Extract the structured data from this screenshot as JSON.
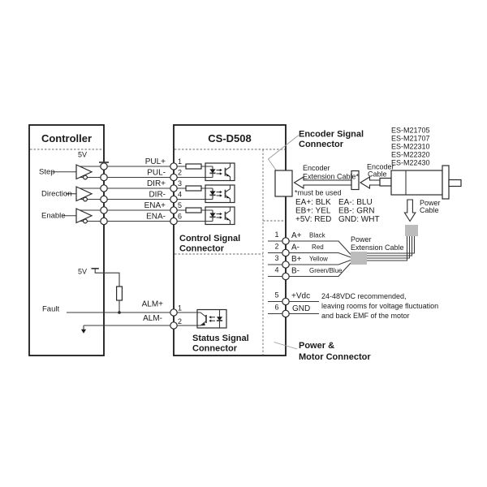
{
  "palette": {
    "line": "#3a3a3a",
    "box_border": "#1a1a1a",
    "text": "#1a1a1a",
    "gray_block": "#bcbcbc",
    "background": "#ffffff"
  },
  "controller": {
    "title": "Controller",
    "supply_label": "5V",
    "input_labels": [
      "Step",
      "Direction",
      "Enable"
    ],
    "fault_label": "Fault",
    "fault_supply_label": "5V"
  },
  "driver": {
    "title": "CS-D508",
    "control_connector": [
      "Control Signal",
      "Connector"
    ],
    "status_connector": [
      "Status Signal",
      "Connector"
    ]
  },
  "control_pins": [
    {
      "num": "1",
      "label": "PUL+"
    },
    {
      "num": "2",
      "label": "PUL-"
    },
    {
      "num": "3",
      "label": "DIR+"
    },
    {
      "num": "4",
      "label": "DIR-"
    },
    {
      "num": "5",
      "label": "ENA+"
    },
    {
      "num": "6",
      "label": "ENA-"
    }
  ],
  "status_pins": [
    {
      "num": "1",
      "label": "ALM+"
    },
    {
      "num": "2",
      "label": "ALM-"
    }
  ],
  "encoder": {
    "connector_label": [
      "Encoder Signal",
      "Connector"
    ],
    "extension_cable_label": [
      "Encoder",
      "Extension Cable*"
    ],
    "extension_note": "*must be used",
    "cable_label": [
      "Encoder",
      "Cable"
    ],
    "wire_colors": [
      [
        "EA+: BLK",
        "EA-: BLU"
      ],
      [
        "EB+: YEL",
        "EB-: GRN"
      ],
      [
        "+5V: RED",
        "GND: WHT"
      ]
    ]
  },
  "motor": {
    "models": [
      "ES-M21705",
      "ES-M21707",
      "ES-M22310",
      "ES-M22320",
      "ES-M22430"
    ]
  },
  "power": {
    "cable_label": [
      "Power",
      "Cable"
    ],
    "extension_cable_label": [
      "Power",
      "Extension Cable"
    ],
    "connector_label": [
      "Power &",
      "Motor Connector"
    ],
    "pins": [
      {
        "num": "1",
        "label": "A+",
        "color": "Black"
      },
      {
        "num": "2",
        "label": "A-",
        "color": "Red"
      },
      {
        "num": "3",
        "label": "B+",
        "color": "Yellow"
      },
      {
        "num": "4",
        "label": "B-",
        "color": "Green/Blue"
      },
      {
        "num": "5",
        "label": "+Vdc"
      },
      {
        "num": "6",
        "label": "GND"
      }
    ],
    "note": [
      "24-48VDC recommended,",
      "leaving rooms for voltage fluctuation",
      "and back EMF of the motor"
    ]
  }
}
